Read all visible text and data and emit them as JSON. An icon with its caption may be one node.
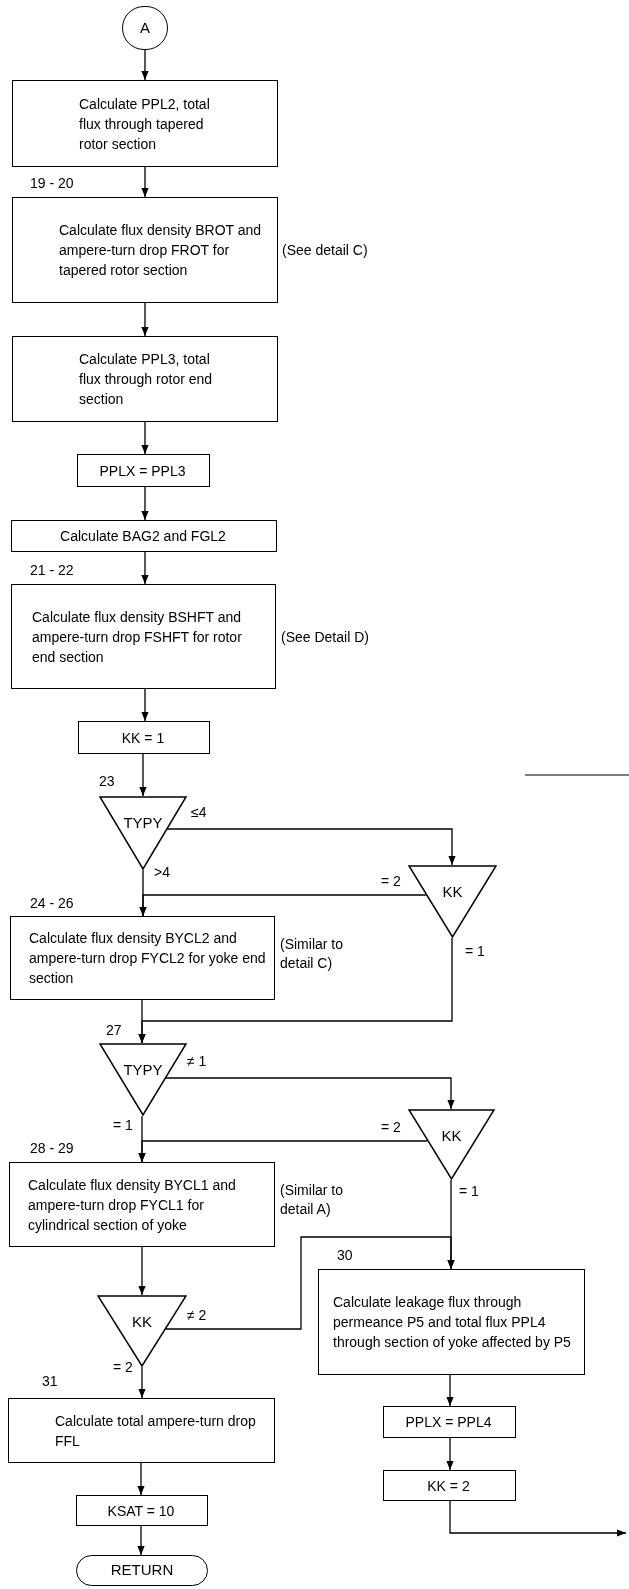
{
  "diagram": {
    "nodes": [
      {
        "text": [
          "A"
        ]
      },
      {
        "text": [
          "Calculate PPL2, total flux through tapered rotor section"
        ]
      },
      {
        "text": [
          "Calculate flux density BROT and ampere-turn drop FROT for tapered rotor section"
        ],
        "beside": [
          "19 - 20",
          "(See detail C)"
        ]
      },
      {
        "text": [
          "Calculate PPL3, total flux through rotor end section"
        ]
      },
      {
        "text": [
          "PPLX = PPL3"
        ]
      },
      {
        "text": [
          "Calculate BAG2 and FGL2"
        ]
      },
      {
        "text": [
          "Calculate flux density BSHFT and ampere-turn drop FSHFT for rotor end section"
        ],
        "beside": [
          "21 - 22",
          "(See Detail D)"
        ]
      },
      {
        "text": [
          "KK = 1"
        ]
      },
      {
        "text": [
          "TYPY"
        ],
        "beside": [
          "23"
        ]
      },
      {
        "text": [
          "KK"
        ]
      },
      {
        "text": [
          "Calculate flux density BYCL2 and ampere-turn drop FYCL2 for yoke end section"
        ],
        "beside": [
          "24 - 26",
          "(Similar to detail C)"
        ]
      },
      {
        "text": [
          "TYPY"
        ],
        "beside": [
          "27"
        ]
      },
      {
        "text": [
          "KK"
        ]
      },
      {
        "text": [
          "Calculate flux density BYCL1 and ampere-turn drop FYCL1 for cylindrical section of yoke"
        ],
        "beside": [
          "28 - 29",
          "(Similar to detail A)"
        ]
      },
      {
        "text": [
          "KK"
        ]
      },
      {
        "text": [
          "Calculate leakage flux through permeance P5 and total flux PPL4 through section of yoke affected by P5"
        ],
        "beside": [
          "30"
        ]
      },
      {
        "text": [
          "Calculate total ampere-turn drop FFL"
        ],
        "beside": [
          "31"
        ]
      },
      {
        "text": [
          "PPLX = PPL4"
        ]
      },
      {
        "text": [
          "KSAT = 10"
        ]
      },
      {
        "text": [
          "KK = 2"
        ]
      },
      {
        "text": [
          "RETURN"
        ]
      }
    ],
    "edges": [
      {
        "from": 0,
        "to": 1,
        "arrow": "to"
      },
      {
        "from": 1,
        "to": 2,
        "arrow": "to"
      },
      {
        "from": 2,
        "to": 3,
        "arrow": "to"
      },
      {
        "from": 3,
        "to": 4,
        "arrow": "to"
      },
      {
        "from": 4,
        "to": 5,
        "arrow": "to"
      },
      {
        "from": 5,
        "to": 6,
        "arrow": "to"
      },
      {
        "from": 6,
        "to": 7,
        "arrow": "to"
      },
      {
        "from": 7,
        "to": 8,
        "arrow": "to"
      },
      {
        "from": 8,
        "to": 9,
        "arrow": "to",
        "label": "≤4"
      },
      {
        "from": 8,
        "to": 10,
        "arrow": "to",
        "label": ">4"
      },
      {
        "from": 9,
        "to": 10,
        "arrow": "to",
        "label": "= 2"
      },
      {
        "from": 9,
        "to": 11,
        "arrow": "to",
        "label": "= 1"
      },
      {
        "from": 10,
        "to": 11,
        "arrow": "to"
      },
      {
        "from": 11,
        "to": 12,
        "arrow": "to",
        "label": "≠ 1"
      },
      {
        "from": 11,
        "to": 13,
        "arrow": "to",
        "label": "= 1"
      },
      {
        "from": 12,
        "to": 13,
        "arrow": "to",
        "label": "= 2"
      },
      {
        "from": 12,
        "to": 15,
        "arrow": "to",
        "label": "= 1"
      },
      {
        "from": 13,
        "to": 14,
        "arrow": "to"
      },
      {
        "from": 14,
        "to": 15,
        "arrow": "to",
        "label": "≠ 2"
      },
      {
        "from": 14,
        "to": 16,
        "arrow": "to",
        "label": "= 2"
      },
      {
        "from": 15,
        "to": 17,
        "arrow": "to"
      },
      {
        "from": 17,
        "to": 19,
        "arrow": "to"
      },
      {
        "from": 16,
        "to": 18,
        "arrow": "to"
      },
      {
        "from": 18,
        "to": 20,
        "arrow": "to"
      },
      {
        "from": 19,
        "to": null,
        "arrow": "to"
      }
    ]
  }
}
